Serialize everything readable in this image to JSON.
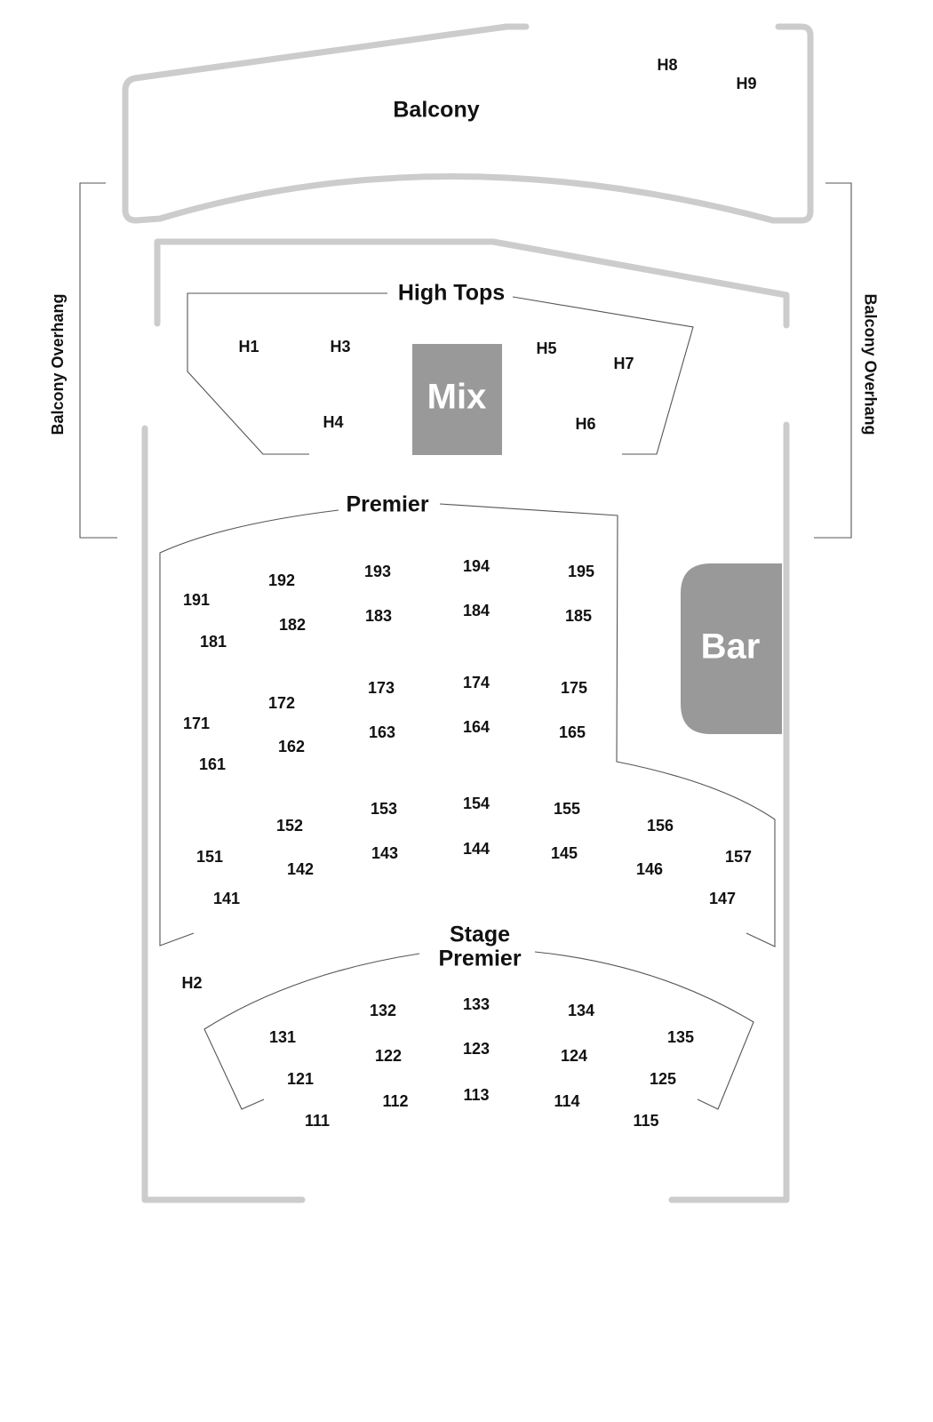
{
  "sections": {
    "balcony": "Balcony",
    "high_tops": "High Tops",
    "premier": "Premier",
    "stage_premier_line1": "Stage",
    "stage_premier_line2": "Premier",
    "balcony_overhang_left": "Balcony Overhang",
    "balcony_overhang_right": "Balcony Overhang"
  },
  "features": {
    "mix": "Mix",
    "bar": "Bar"
  },
  "colors": {
    "outline": "#cccccc",
    "feature_fill": "#999999",
    "feature_text": "#ffffff",
    "label_text": "#111111"
  },
  "high_tops": [
    "H1",
    "H2",
    "H3",
    "H4",
    "H5",
    "H6",
    "H7",
    "H8",
    "H9"
  ],
  "premier_tables": {
    "row_190": [
      "191",
      "192",
      "193",
      "194",
      "195"
    ],
    "row_180": [
      "181",
      "182",
      "183",
      "184",
      "185"
    ],
    "row_170": [
      "171",
      "172",
      "173",
      "174",
      "175"
    ],
    "row_160": [
      "161",
      "162",
      "163",
      "164",
      "165"
    ],
    "row_150": [
      "151",
      "152",
      "153",
      "154",
      "155",
      "156",
      "157"
    ],
    "row_140": [
      "141",
      "142",
      "143",
      "144",
      "145",
      "146",
      "147"
    ]
  },
  "stage_premier_tables": {
    "row_130": [
      "131",
      "132",
      "133",
      "134",
      "135"
    ],
    "row_120": [
      "121",
      "122",
      "123",
      "124",
      "125"
    ],
    "row_110": [
      "111",
      "112",
      "113",
      "114",
      "115"
    ]
  }
}
